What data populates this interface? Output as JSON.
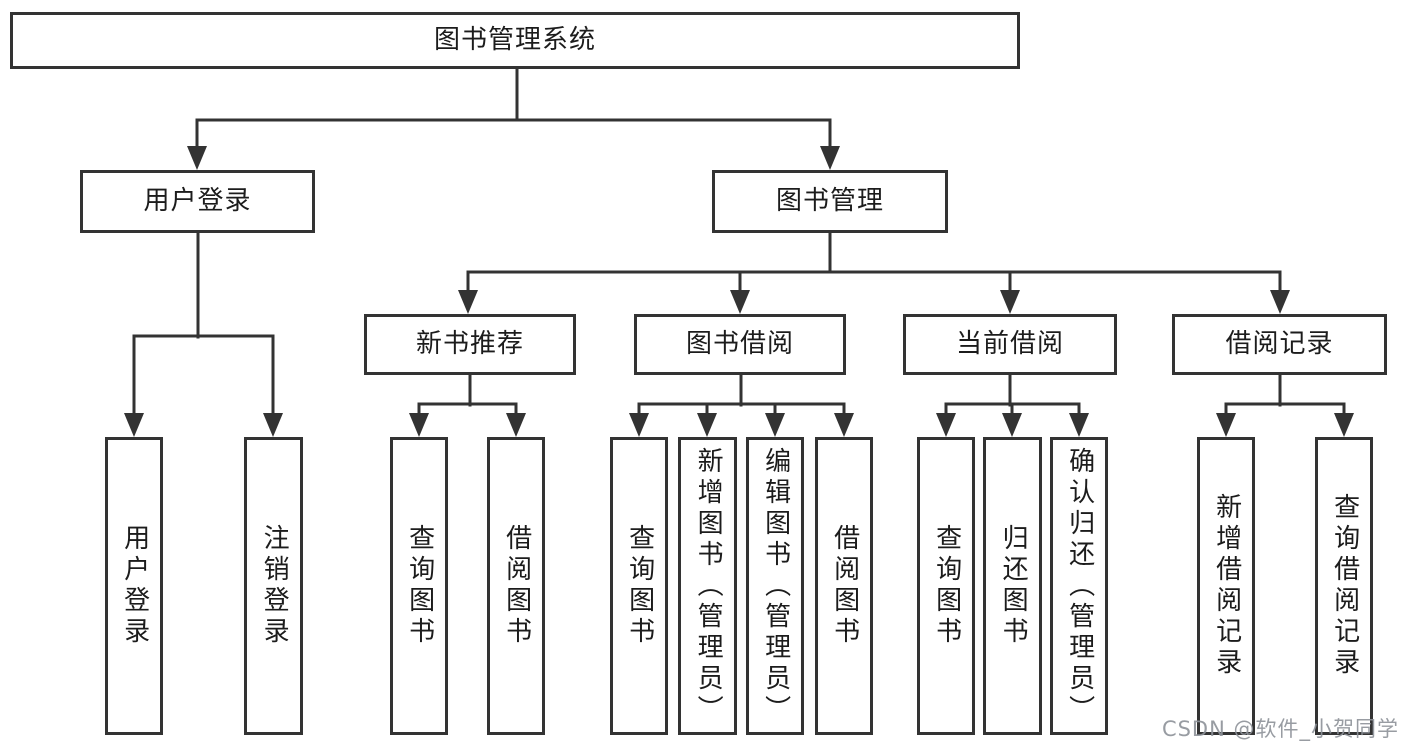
{
  "diagram": {
    "line_color": "#333333",
    "box_border_color": "#333333",
    "text_color": "#1c1c1c",
    "root": {
      "label": "图书管理系统"
    },
    "level2": [
      {
        "label": "用户登录"
      },
      {
        "label": "图书管理"
      }
    ],
    "level3": [
      {
        "label": "新书推荐",
        "parent": "图书管理"
      },
      {
        "label": "图书借阅",
        "parent": "图书管理"
      },
      {
        "label": "当前借阅",
        "parent": "图书管理"
      },
      {
        "label": "借阅记录",
        "parent": "图书管理"
      }
    ],
    "leaves": [
      {
        "label": "用户登录",
        "parent": "用户登录"
      },
      {
        "label": "注销登录",
        "parent": "用户登录"
      },
      {
        "label": "查询图书",
        "parent": "新书推荐"
      },
      {
        "label": "借阅图书",
        "parent": "新书推荐"
      },
      {
        "label": "查询图书",
        "parent": "图书借阅"
      },
      {
        "label": "新增图书（管理员）",
        "parent": "图书借阅"
      },
      {
        "label": "编辑图书（管理员）",
        "parent": "图书借阅"
      },
      {
        "label": "借阅图书",
        "parent": "图书借阅"
      },
      {
        "label": "查询图书",
        "parent": "当前借阅"
      },
      {
        "label": "归还图书",
        "parent": "当前借阅"
      },
      {
        "label": "确认归还（管理员）",
        "parent": "当前借阅"
      },
      {
        "label": "新增借阅记录",
        "parent": "借阅记录"
      },
      {
        "label": "查询借阅记录",
        "parent": "借阅记录"
      }
    ]
  },
  "watermark": "CSDN @软件_小贺同学"
}
